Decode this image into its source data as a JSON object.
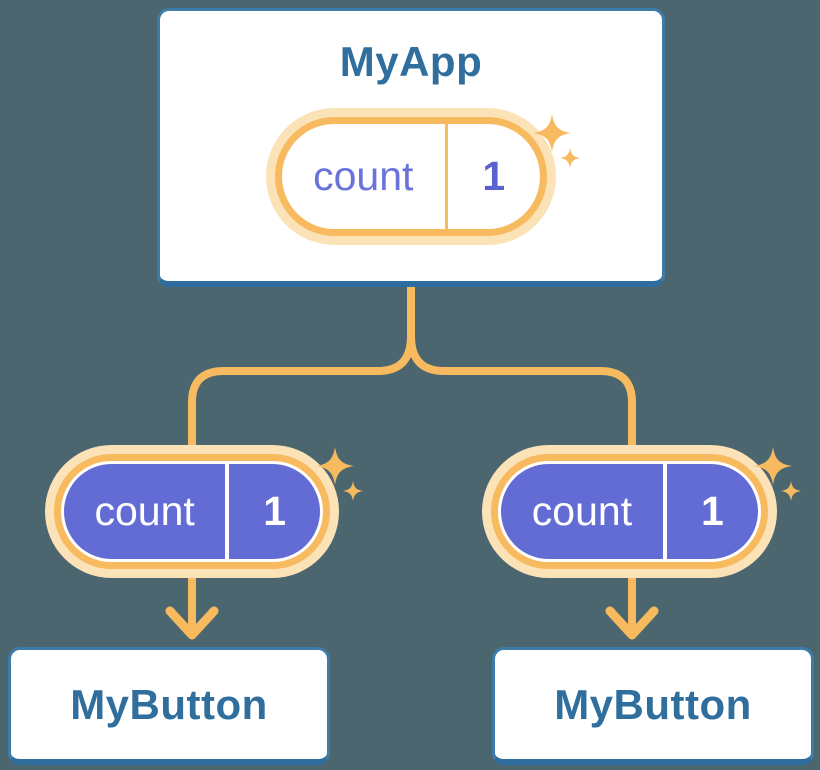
{
  "diagram": {
    "background": "#4C6670",
    "root": {
      "title": "MyApp",
      "state": {
        "name": "count",
        "value": "1"
      }
    },
    "children": [
      {
        "title": "MyButton",
        "state": {
          "name": "count",
          "value": "1"
        }
      },
      {
        "title": "MyButton",
        "state": {
          "name": "count",
          "value": "1"
        }
      }
    ],
    "icons": {
      "sparkles": "sparkles-icon",
      "arrow_down": "arrow-down-icon"
    },
    "colors": {
      "background": "#4C6670",
      "accent_orange": "#F7BA5F",
      "halo_peach": "#FBE2B7",
      "purple_fill": "#636CD4",
      "purple_state_name": "#6B73DB",
      "purple_state_value": "#5A62D2",
      "card_border": "#3D7CA8",
      "card_border_bottom": "#2E6E9E",
      "title_text": "#2F6E9D",
      "card_background": "#FFFFFF"
    }
  }
}
